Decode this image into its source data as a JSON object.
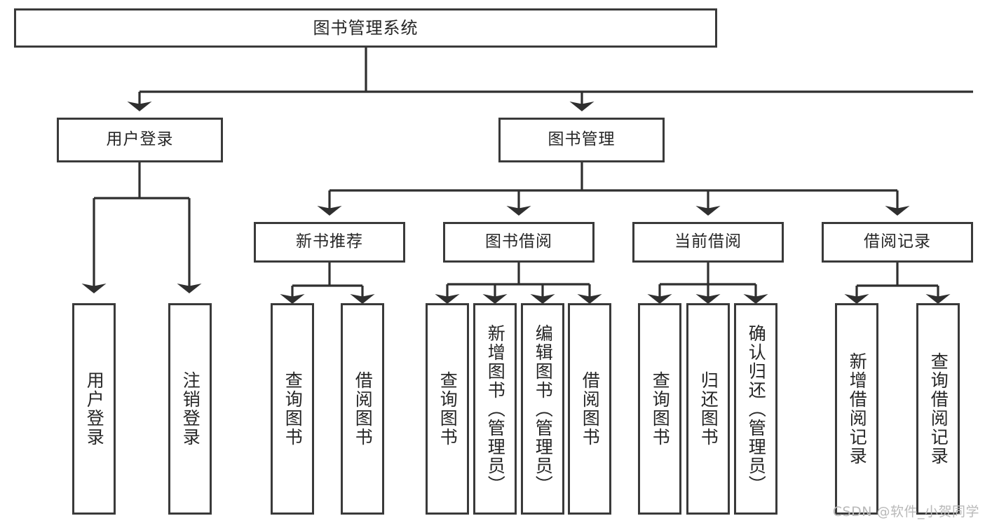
{
  "diagram": {
    "title": "图书管理系统",
    "type": "tree-hierarchy-diagram",
    "root": {
      "label": "图书管理系统"
    },
    "level2": [
      {
        "label": "用户登录"
      },
      {
        "label": "图书管理"
      }
    ],
    "level3": [
      {
        "label": "新书推荐"
      },
      {
        "label": "图书借阅"
      },
      {
        "label": "当前借阅"
      },
      {
        "label": "借阅记录"
      }
    ],
    "leaves": {
      "user_login": [
        {
          "label": "用户登录"
        },
        {
          "label": "注销登录"
        }
      ],
      "new_book_recommend": [
        {
          "label": "查询图书"
        },
        {
          "label": "借阅图书"
        }
      ],
      "book_borrow": [
        {
          "label": "查询图书"
        },
        {
          "label": "新增图书（管理员）"
        },
        {
          "label": "编辑图书（管理员）"
        },
        {
          "label": "借阅图书"
        }
      ],
      "current_borrow": [
        {
          "label": "查询图书"
        },
        {
          "label": "归还图书"
        },
        {
          "label": "确认归还（管理员）"
        }
      ],
      "borrow_record": [
        {
          "label": "新增借阅记录"
        },
        {
          "label": "查询借阅记录"
        }
      ]
    }
  },
  "watermark": {
    "text": "CSDN @软件_小贺同学"
  },
  "colors": {
    "stroke": "#3a3a3a",
    "text": "#262626",
    "background": "#ffffff",
    "watermark": "#b9b9b9"
  }
}
